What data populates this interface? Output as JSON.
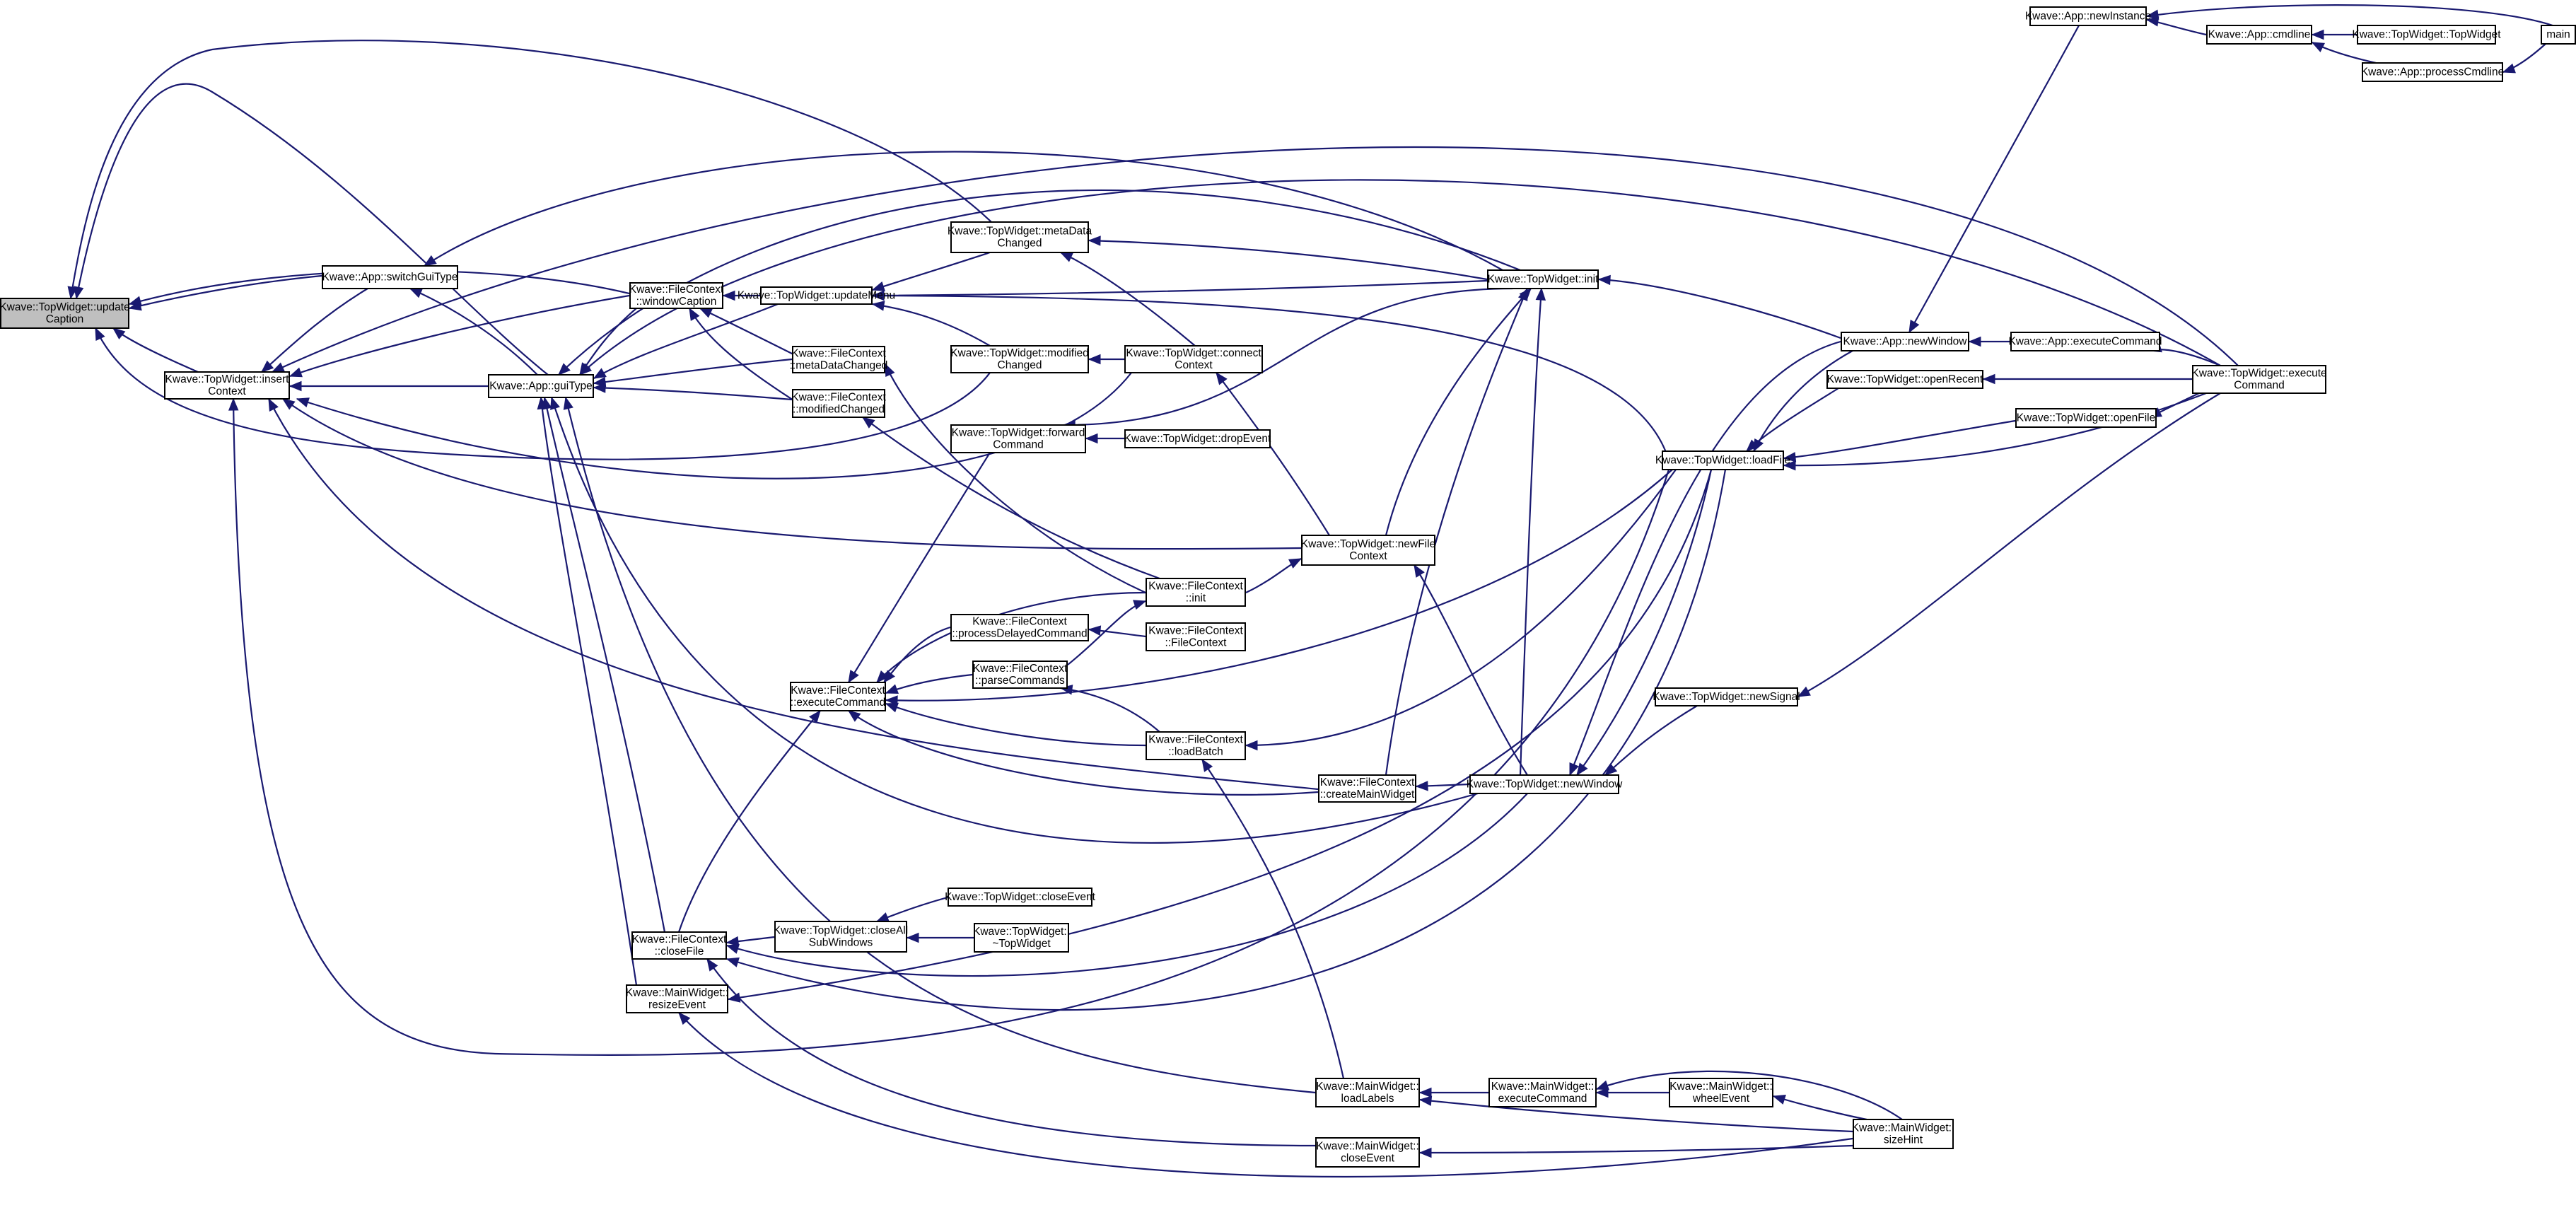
{
  "graph": {
    "current_node": "n0",
    "nodes": [
      {
        "id": "n0",
        "lines": [
          "Kwave::TopWidget::update",
          "Caption"
        ]
      },
      {
        "id": "n1",
        "lines": [
          "Kwave::TopWidget::insert",
          "Context"
        ]
      },
      {
        "id": "n2",
        "lines": [
          "Kwave::App::switchGuiType"
        ]
      },
      {
        "id": "n3",
        "lines": [
          "Kwave::App::guiType"
        ]
      },
      {
        "id": "n4",
        "lines": [
          "Kwave::FileContext",
          "::windowCaption"
        ]
      },
      {
        "id": "n5",
        "lines": [
          "Kwave::TopWidget::updateMenu"
        ]
      },
      {
        "id": "n6",
        "lines": [
          "Kwave::FileContext",
          "::metaDataChanged"
        ]
      },
      {
        "id": "n7",
        "lines": [
          "Kwave::FileContext",
          "::modifiedChanged"
        ]
      },
      {
        "id": "n8",
        "lines": [
          "Kwave::TopWidget::metaData",
          "Changed"
        ]
      },
      {
        "id": "n9",
        "lines": [
          "Kwave::TopWidget::modified",
          "Changed"
        ]
      },
      {
        "id": "n10",
        "lines": [
          "Kwave::TopWidget::connect",
          "Context"
        ]
      },
      {
        "id": "n11",
        "lines": [
          "Kwave::TopWidget::forward",
          "Command"
        ]
      },
      {
        "id": "n12",
        "lines": [
          "Kwave::TopWidget::dropEvent"
        ]
      },
      {
        "id": "n13",
        "lines": [
          "Kwave::TopWidget::init"
        ]
      },
      {
        "id": "n14",
        "lines": [
          "Kwave::TopWidget::newFile",
          "Context"
        ]
      },
      {
        "id": "n15",
        "lines": [
          "Kwave::FileContext",
          "::init"
        ]
      },
      {
        "id": "n16",
        "lines": [
          "Kwave::FileContext",
          "::processDelayedCommand"
        ]
      },
      {
        "id": "n17",
        "lines": [
          "Kwave::FileContext",
          "::FileContext"
        ]
      },
      {
        "id": "n18",
        "lines": [
          "Kwave::FileContext",
          "::parseCommands"
        ]
      },
      {
        "id": "n19",
        "lines": [
          "Kwave::FileContext",
          "::executeCommand"
        ]
      },
      {
        "id": "n20",
        "lines": [
          "Kwave::FileContext",
          "::loadBatch"
        ]
      },
      {
        "id": "n21",
        "lines": [
          "Kwave::FileContext",
          "::createMainWidget"
        ]
      },
      {
        "id": "n22",
        "lines": [
          "Kwave::TopWidget::newWindow"
        ]
      },
      {
        "id": "n23",
        "lines": [
          "Kwave::TopWidget::newSignal"
        ]
      },
      {
        "id": "n24",
        "lines": [
          "Kwave::TopWidget::loadFile"
        ]
      },
      {
        "id": "n25",
        "lines": [
          "Kwave::App::newWindow"
        ]
      },
      {
        "id": "n26",
        "lines": [
          "Kwave::App::executeCommand"
        ]
      },
      {
        "id": "n27",
        "lines": [
          "Kwave::TopWidget::openRecent"
        ]
      },
      {
        "id": "n28",
        "lines": [
          "Kwave::TopWidget::openFile"
        ]
      },
      {
        "id": "n29",
        "lines": [
          "Kwave::TopWidget::execute",
          "Command"
        ]
      },
      {
        "id": "n30",
        "lines": [
          "Kwave::App::newInstance"
        ]
      },
      {
        "id": "n31",
        "lines": [
          "Kwave::App::cmdline"
        ]
      },
      {
        "id": "n32",
        "lines": [
          "Kwave::TopWidget::TopWidget"
        ]
      },
      {
        "id": "n33",
        "lines": [
          "Kwave::App::processCmdline"
        ]
      },
      {
        "id": "n34",
        "lines": [
          "main"
        ]
      },
      {
        "id": "n35",
        "lines": [
          "Kwave::FileContext",
          "::closeFile"
        ]
      },
      {
        "id": "n36",
        "lines": [
          "Kwave::TopWidget::closeAll",
          "SubWindows"
        ]
      },
      {
        "id": "n37",
        "lines": [
          "Kwave::TopWidget::closeEvent"
        ]
      },
      {
        "id": "n38",
        "lines": [
          "Kwave::TopWidget::",
          "~TopWidget"
        ]
      },
      {
        "id": "n39",
        "lines": [
          "Kwave::MainWidget::",
          "resizeEvent"
        ]
      },
      {
        "id": "n40",
        "lines": [
          "Kwave::MainWidget::",
          "loadLabels"
        ]
      },
      {
        "id": "n41",
        "lines": [
          "Kwave::MainWidget::",
          "executeCommand"
        ]
      },
      {
        "id": "n42",
        "lines": [
          "Kwave::MainWidget::",
          "wheelEvent"
        ]
      },
      {
        "id": "n43",
        "lines": [
          "Kwave::MainWidget::",
          "sizeHint"
        ]
      },
      {
        "id": "n44",
        "lines": [
          "Kwave::MainWidget::",
          "closeEvent"
        ]
      }
    ],
    "edges": [
      {
        "from": "n1",
        "to": "n0"
      },
      {
        "from": "n2",
        "to": "n0"
      },
      {
        "from": "n3",
        "to": "n0"
      },
      {
        "from": "n4",
        "to": "n0"
      },
      {
        "from": "n8",
        "to": "n0"
      },
      {
        "from": "n9",
        "to": "n0"
      },
      {
        "from": "n2",
        "to": "n1"
      },
      {
        "from": "n3",
        "to": "n1"
      },
      {
        "from": "n4",
        "to": "n1"
      },
      {
        "from": "n10",
        "to": "n1"
      },
      {
        "from": "n14",
        "to": "n1"
      },
      {
        "from": "n21",
        "to": "n1"
      },
      {
        "from": "n24",
        "to": "n1"
      },
      {
        "from": "n29",
        "to": "n1"
      },
      {
        "from": "n3",
        "to": "n2"
      },
      {
        "from": "n13",
        "to": "n2"
      },
      {
        "from": "n4",
        "to": "n3"
      },
      {
        "from": "n5",
        "to": "n3"
      },
      {
        "from": "n6",
        "to": "n3"
      },
      {
        "from": "n7",
        "to": "n3"
      },
      {
        "from": "n13",
        "to": "n3"
      },
      {
        "from": "n22",
        "to": "n3"
      },
      {
        "from": "n29",
        "to": "n3"
      },
      {
        "from": "n35",
        "to": "n3"
      },
      {
        "from": "n39",
        "to": "n3"
      },
      {
        "from": "n40",
        "to": "n3"
      },
      {
        "from": "n5",
        "to": "n4"
      },
      {
        "from": "n6",
        "to": "n4"
      },
      {
        "from": "n7",
        "to": "n4"
      },
      {
        "from": "n8",
        "to": "n5"
      },
      {
        "from": "n9",
        "to": "n5"
      },
      {
        "from": "n13",
        "to": "n5"
      },
      {
        "from": "n24",
        "to": "n5"
      },
      {
        "from": "n15",
        "to": "n6"
      },
      {
        "from": "n15",
        "to": "n7"
      },
      {
        "from": "n10",
        "to": "n8"
      },
      {
        "from": "n13",
        "to": "n8"
      },
      {
        "from": "n10",
        "to": "n9"
      },
      {
        "from": "n14",
        "to": "n10"
      },
      {
        "from": "n12",
        "to": "n11"
      },
      {
        "from": "n13",
        "to": "n11"
      },
      {
        "from": "n14",
        "to": "n13"
      },
      {
        "from": "n21",
        "to": "n13"
      },
      {
        "from": "n22",
        "to": "n13"
      },
      {
        "from": "n25",
        "to": "n13"
      },
      {
        "from": "n15",
        "to": "n14"
      },
      {
        "from": "n22",
        "to": "n14"
      },
      {
        "from": "n18",
        "to": "n15"
      },
      {
        "from": "n17",
        "to": "n16"
      },
      {
        "from": "n20",
        "to": "n18"
      },
      {
        "from": "n11",
        "to": "n19"
      },
      {
        "from": "n15",
        "to": "n19"
      },
      {
        "from": "n16",
        "to": "n19"
      },
      {
        "from": "n18",
        "to": "n19"
      },
      {
        "from": "n20",
        "to": "n19"
      },
      {
        "from": "n21",
        "to": "n19"
      },
      {
        "from": "n24",
        "to": "n19"
      },
      {
        "from": "n35",
        "to": "n19"
      },
      {
        "from": "n24",
        "to": "n20"
      },
      {
        "from": "n40",
        "to": "n20"
      },
      {
        "from": "n22",
        "to": "n21"
      },
      {
        "from": "n23",
        "to": "n22"
      },
      {
        "from": "n24",
        "to": "n22"
      },
      {
        "from": "n25",
        "to": "n22"
      },
      {
        "from": "n29",
        "to": "n23"
      },
      {
        "from": "n25",
        "to": "n24"
      },
      {
        "from": "n27",
        "to": "n24"
      },
      {
        "from": "n28",
        "to": "n24"
      },
      {
        "from": "n29",
        "to": "n24"
      },
      {
        "from": "n26",
        "to": "n25"
      },
      {
        "from": "n30",
        "to": "n25"
      },
      {
        "from": "n29",
        "to": "n26"
      },
      {
        "from": "n29",
        "to": "n27"
      },
      {
        "from": "n29",
        "to": "n28"
      },
      {
        "from": "n31",
        "to": "n30"
      },
      {
        "from": "n34",
        "to": "n30"
      },
      {
        "from": "n32",
        "to": "n31"
      },
      {
        "from": "n33",
        "to": "n31"
      },
      {
        "from": "n34",
        "to": "n33"
      },
      {
        "from": "n22",
        "to": "n35"
      },
      {
        "from": "n24",
        "to": "n35"
      },
      {
        "from": "n36",
        "to": "n35"
      },
      {
        "from": "n44",
        "to": "n35"
      },
      {
        "from": "n37",
        "to": "n36"
      },
      {
        "from": "n38",
        "to": "n36"
      },
      {
        "from": "n24",
        "to": "n39"
      },
      {
        "from": "n43",
        "to": "n39"
      },
      {
        "from": "n41",
        "to": "n40"
      },
      {
        "from": "n43",
        "to": "n40"
      },
      {
        "from": "n42",
        "to": "n41"
      },
      {
        "from": "n43",
        "to": "n41"
      },
      {
        "from": "n43",
        "to": "n42"
      },
      {
        "from": "n43",
        "to": "n44"
      }
    ]
  }
}
